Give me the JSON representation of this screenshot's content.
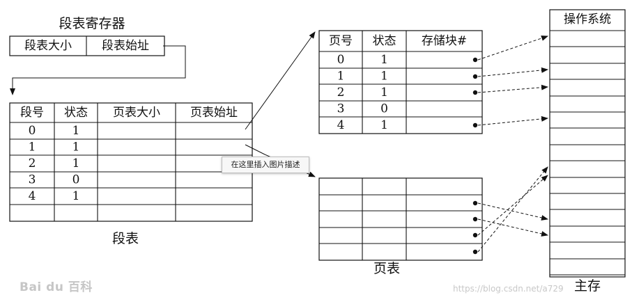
{
  "segment_register": {
    "title": "段表寄存器",
    "cells": [
      "段表大小",
      "段表始址"
    ]
  },
  "segment_table": {
    "caption": "段表",
    "headers": [
      "段号",
      "状态",
      "页表大小",
      "页表始址"
    ],
    "rows": [
      [
        "0",
        "1"
      ],
      [
        "1",
        "1"
      ],
      [
        "2",
        "1"
      ],
      [
        "3",
        "0"
      ],
      [
        "4",
        "1"
      ]
    ]
  },
  "page_table_top": {
    "headers": [
      "页号",
      "状态",
      "存储块#"
    ],
    "rows": [
      [
        "0",
        "1"
      ],
      [
        "1",
        "1"
      ],
      [
        "2",
        "1"
      ],
      [
        "3",
        "0"
      ],
      [
        "4",
        "1"
      ]
    ]
  },
  "page_table_bottom": {
    "caption": "页表"
  },
  "memory": {
    "title": "操作系统",
    "caption": "主存"
  },
  "tooltip": "在这里插入图片描述",
  "watermark_left": "Bai du 百科",
  "watermark_url": "https://blog.csdn.net/a729"
}
